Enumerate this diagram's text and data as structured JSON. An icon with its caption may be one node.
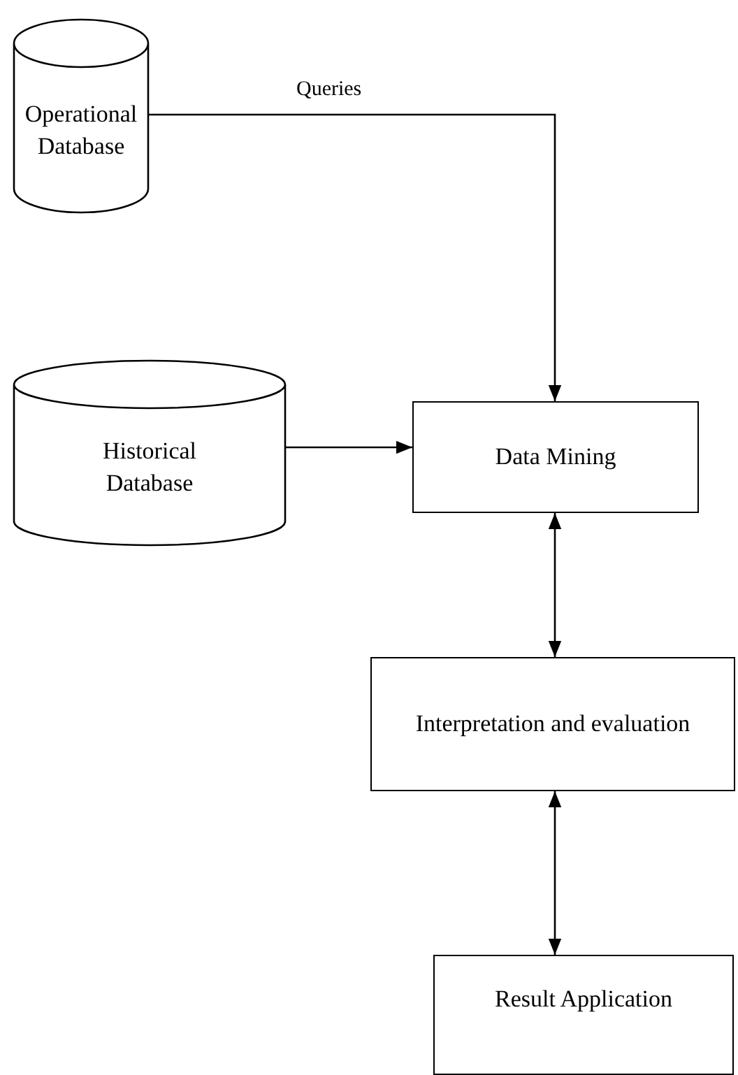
{
  "diagram": {
    "nodes": [
      {
        "text": [
          "Operational Database"
        ]
      },
      {
        "text": [
          "Historical Database"
        ]
      },
      {
        "text": [
          "Data Mining"
        ]
      },
      {
        "text": [
          "Interpretation and evaluation"
        ]
      },
      {
        "text": [
          "Result Application"
        ]
      }
    ],
    "edges": [
      {
        "from": 0,
        "to": 2,
        "arrow": "to",
        "label": "Queries"
      },
      {
        "from": 1,
        "to": 2,
        "arrow": "to"
      },
      {
        "from": 2,
        "to": 3,
        "arrow": "both"
      },
      {
        "from": 3,
        "to": 4,
        "arrow": "both"
      }
    ]
  }
}
